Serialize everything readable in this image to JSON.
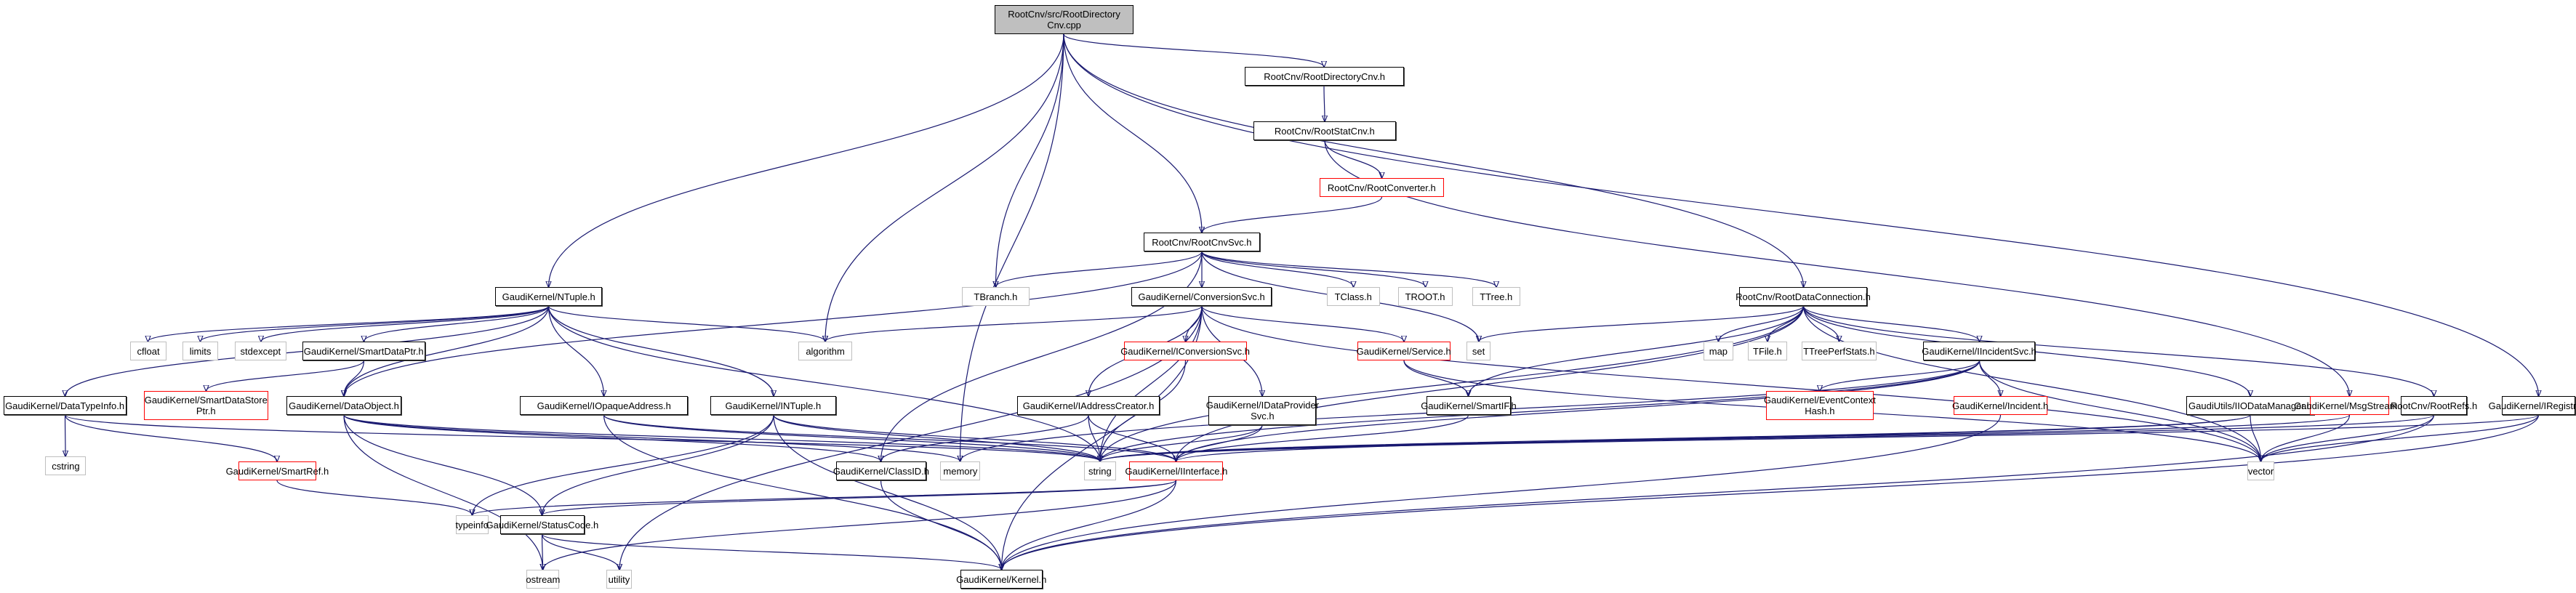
{
  "title": "RootCnv/src/RootDirectoryCnv.cpp include dependency graph",
  "colors": {
    "edge": "#191970",
    "root_fill": "#bfbfbf",
    "normal_border": "#000000",
    "red_border": "#ff0000",
    "gray_border": "#bfbfbf"
  },
  "nodes": [
    {
      "id": "root",
      "label": "RootCnv/src/RootDirectory\nCnv.cpp",
      "kind": "root"
    },
    {
      "id": "rootdircnv_h",
      "label": "RootCnv/RootDirectoryCnv.h",
      "kind": "normal"
    },
    {
      "id": "rootstatcnv_h",
      "label": "RootCnv/RootStatCnv.h",
      "kind": "normal"
    },
    {
      "id": "rootconverter_h",
      "label": "RootCnv/RootConverter.h",
      "kind": "red"
    },
    {
      "id": "rootcnvsvc_h",
      "label": "RootCnv/RootCnvSvc.h",
      "kind": "normal"
    },
    {
      "id": "tbranch_h",
      "label": "TBranch.h",
      "kind": "gray"
    },
    {
      "id": "conversionsvc_h",
      "label": "GaudiKernel/ConversionSvc.h",
      "kind": "normal"
    },
    {
      "id": "tclass_h",
      "label": "TClass.h",
      "kind": "gray"
    },
    {
      "id": "troot_h",
      "label": "TROOT.h",
      "kind": "gray"
    },
    {
      "id": "ttree_h",
      "label": "TTree.h",
      "kind": "gray"
    },
    {
      "id": "rootdataconn_h",
      "label": "RootCnv/RootDataConnection.h",
      "kind": "normal"
    },
    {
      "id": "ntuple_h",
      "label": "GaudiKernel/NTuple.h",
      "kind": "normal"
    },
    {
      "id": "cfloat",
      "label": "cfloat",
      "kind": "gray"
    },
    {
      "id": "limits",
      "label": "limits",
      "kind": "gray"
    },
    {
      "id": "stdexcept",
      "label": "stdexcept",
      "kind": "gray"
    },
    {
      "id": "smartdataptr_h",
      "label": "GaudiKernel/SmartDataPtr.h",
      "kind": "normal"
    },
    {
      "id": "algorithm",
      "label": "algorithm",
      "kind": "gray"
    },
    {
      "id": "iconversionsvc_h",
      "label": "GaudiKernel/IConversionSvc.h",
      "kind": "red"
    },
    {
      "id": "service_h",
      "label": "GaudiKernel/Service.h",
      "kind": "red"
    },
    {
      "id": "set",
      "label": "set",
      "kind": "gray"
    },
    {
      "id": "map",
      "label": "map",
      "kind": "gray"
    },
    {
      "id": "tfile_h",
      "label": "TFile.h",
      "kind": "gray"
    },
    {
      "id": "ttreeperfstats_h",
      "label": "TTreePerfStats.h",
      "kind": "gray"
    },
    {
      "id": "iincidentsvc_h",
      "label": "GaudiKernel/IIncidentSvc.h",
      "kind": "normal"
    },
    {
      "id": "datatypeinfo_h",
      "label": "GaudiKernel/DataTypeInfo.h",
      "kind": "normal"
    },
    {
      "id": "smartdatastoreptr_h",
      "label": "GaudiKernel/SmartDataStore\nPtr.h",
      "kind": "red"
    },
    {
      "id": "dataobject_h",
      "label": "GaudiKernel/DataObject.h",
      "kind": "normal"
    },
    {
      "id": "iopaqueaddress_h",
      "label": "GaudiKernel/IOpaqueAddress.h",
      "kind": "normal"
    },
    {
      "id": "intuple_h",
      "label": "GaudiKernel/INTuple.h",
      "kind": "normal"
    },
    {
      "id": "iaddresscreator_h",
      "label": "GaudiKernel/IAddressCreator.h",
      "kind": "normal"
    },
    {
      "id": "idataprovidersvc_h",
      "label": "GaudiKernel/IDataProvider\nSvc.h",
      "kind": "normal"
    },
    {
      "id": "smartif_h",
      "label": "GaudiKernel/SmartIF.h",
      "kind": "normal"
    },
    {
      "id": "eventcontexthash_h",
      "label": "GaudiKernel/EventContext\nHash.h",
      "kind": "red"
    },
    {
      "id": "incident_h",
      "label": "GaudiKernel/Incident.h",
      "kind": "red"
    },
    {
      "id": "iiodatamanager_h",
      "label": "GaudiUtils/IIODataManager.h",
      "kind": "normal"
    },
    {
      "id": "msgstream_h",
      "label": "GaudiKernel/MsgStream.h",
      "kind": "red"
    },
    {
      "id": "rootrefs_h",
      "label": "RootCnv/RootRefs.h",
      "kind": "normal"
    },
    {
      "id": "iregistry_h",
      "label": "GaudiKernel/IRegistry.h",
      "kind": "normal"
    },
    {
      "id": "cstring",
      "label": "cstring",
      "kind": "gray"
    },
    {
      "id": "smartref_h",
      "label": "GaudiKernel/SmartRef.h",
      "kind": "red"
    },
    {
      "id": "classid_h",
      "label": "GaudiKernel/ClassID.h",
      "kind": "normal"
    },
    {
      "id": "memory",
      "label": "memory",
      "kind": "gray"
    },
    {
      "id": "string",
      "label": "string",
      "kind": "gray"
    },
    {
      "id": "iinterface_h",
      "label": "GaudiKernel/IInterface.h",
      "kind": "red"
    },
    {
      "id": "vector",
      "label": "vector",
      "kind": "gray"
    },
    {
      "id": "typeinfo",
      "label": "typeinfo",
      "kind": "gray"
    },
    {
      "id": "statuscode_h",
      "label": "GaudiKernel/StatusCode.h",
      "kind": "normal"
    },
    {
      "id": "ostream",
      "label": "ostream",
      "kind": "gray"
    },
    {
      "id": "utility",
      "label": "utility",
      "kind": "gray"
    },
    {
      "id": "kernel_h",
      "label": "GaudiKernel/Kernel.h",
      "kind": "normal"
    }
  ],
  "edges": [
    [
      "root",
      "rootdircnv_h"
    ],
    [
      "root",
      "rootcnvsvc_h"
    ],
    [
      "root",
      "rootdataconn_h"
    ],
    [
      "root",
      "ntuple_h"
    ],
    [
      "root",
      "algorithm"
    ],
    [
      "root",
      "tbranch_h"
    ],
    [
      "root",
      "memory"
    ],
    [
      "root",
      "iregistry_h"
    ],
    [
      "rootdircnv_h",
      "rootstatcnv_h"
    ],
    [
      "rootstatcnv_h",
      "rootconverter_h"
    ],
    [
      "rootstatcnv_h",
      "msgstream_h"
    ],
    [
      "rootconverter_h",
      "rootcnvsvc_h"
    ],
    [
      "rootcnvsvc_h",
      "tbranch_h"
    ],
    [
      "rootcnvsvc_h",
      "conversionsvc_h"
    ],
    [
      "rootcnvsvc_h",
      "tclass_h"
    ],
    [
      "rootcnvsvc_h",
      "troot_h"
    ],
    [
      "rootcnvsvc_h",
      "ttree_h"
    ],
    [
      "rootcnvsvc_h",
      "set"
    ],
    [
      "rootcnvsvc_h",
      "dataobject_h"
    ],
    [
      "rootcnvsvc_h",
      "classid_h"
    ],
    [
      "conversionsvc_h",
      "algorithm"
    ],
    [
      "conversionsvc_h",
      "iconversionsvc_h"
    ],
    [
      "conversionsvc_h",
      "service_h"
    ],
    [
      "conversionsvc_h",
      "iaddresscreator_h"
    ],
    [
      "conversionsvc_h",
      "idataprovidersvc_h"
    ],
    [
      "conversionsvc_h",
      "string"
    ],
    [
      "conversionsvc_h",
      "vector"
    ],
    [
      "conversionsvc_h",
      "utility"
    ],
    [
      "conversionsvc_h",
      "kernel_h"
    ],
    [
      "rootdataconn_h",
      "set"
    ],
    [
      "rootdataconn_h",
      "map"
    ],
    [
      "rootdataconn_h",
      "tfile_h"
    ],
    [
      "rootdataconn_h",
      "ttreeperfstats_h"
    ],
    [
      "rootdataconn_h",
      "iincidentsvc_h"
    ],
    [
      "rootdataconn_h",
      "smartif_h"
    ],
    [
      "rootdataconn_h",
      "iiodatamanager_h"
    ],
    [
      "rootdataconn_h",
      "rootrefs_h"
    ],
    [
      "rootdataconn_h",
      "string"
    ],
    [
      "rootdataconn_h",
      "vector"
    ],
    [
      "rootdataconn_h",
      "iinterface_h"
    ],
    [
      "ntuple_h",
      "cfloat"
    ],
    [
      "ntuple_h",
      "limits"
    ],
    [
      "ntuple_h",
      "stdexcept"
    ],
    [
      "ntuple_h",
      "smartdataptr_h"
    ],
    [
      "ntuple_h",
      "algorithm"
    ],
    [
      "ntuple_h",
      "datatypeinfo_h"
    ],
    [
      "ntuple_h",
      "dataobject_h"
    ],
    [
      "ntuple_h",
      "iopaqueaddress_h"
    ],
    [
      "ntuple_h",
      "intuple_h"
    ],
    [
      "ntuple_h",
      "string"
    ],
    [
      "smartdataptr_h",
      "smartdatastoreptr_h"
    ],
    [
      "smartdataptr_h",
      "dataobject_h"
    ],
    [
      "datatypeinfo_h",
      "cstring"
    ],
    [
      "datatypeinfo_h",
      "smartref_h"
    ],
    [
      "datatypeinfo_h",
      "string"
    ],
    [
      "smartref_h",
      "typeinfo"
    ],
    [
      "dataobject_h",
      "classid_h"
    ],
    [
      "dataobject_h",
      "statuscode_h"
    ],
    [
      "dataobject_h",
      "string"
    ],
    [
      "dataobject_h",
      "ostream"
    ],
    [
      "dataobject_h",
      "memory"
    ],
    [
      "iopaqueaddress_h",
      "string"
    ],
    [
      "iopaqueaddress_h",
      "kernel_h"
    ],
    [
      "iopaqueaddress_h",
      "iinterface_h"
    ],
    [
      "intuple_h",
      "typeinfo"
    ],
    [
      "intuple_h",
      "statuscode_h"
    ],
    [
      "intuple_h",
      "kernel_h"
    ],
    [
      "intuple_h",
      "iinterface_h"
    ],
    [
      "intuple_h",
      "string"
    ],
    [
      "iaddresscreator_h",
      "classid_h"
    ],
    [
      "iaddresscreator_h",
      "string"
    ],
    [
      "iaddresscreator_h",
      "iinterface_h"
    ],
    [
      "iconversionsvc_h",
      "string"
    ],
    [
      "idataprovidersvc_h",
      "string"
    ],
    [
      "idataprovidersvc_h",
      "iinterface_h"
    ],
    [
      "service_h",
      "smartif_h"
    ],
    [
      "service_h",
      "vector"
    ],
    [
      "smartif_h",
      "iinterface_h"
    ],
    [
      "iincidentsvc_h",
      "eventcontexthash_h"
    ],
    [
      "iincidentsvc_h",
      "incident_h"
    ],
    [
      "iincidentsvc_h",
      "string"
    ],
    [
      "iincidentsvc_h",
      "vector"
    ],
    [
      "iincidentsvc_h",
      "iinterface_h"
    ],
    [
      "iincidentsvc_h",
      "memory"
    ],
    [
      "incident_h",
      "kernel_h"
    ],
    [
      "iiodatamanager_h",
      "vector"
    ],
    [
      "iiodatamanager_h",
      "string"
    ],
    [
      "iiodatamanager_h",
      "iinterface_h"
    ],
    [
      "msgstream_h",
      "vector"
    ],
    [
      "msgstream_h",
      "string"
    ],
    [
      "rootrefs_h",
      "vector"
    ],
    [
      "rootrefs_h",
      "string"
    ],
    [
      "rootrefs_h",
      "kernel_h"
    ],
    [
      "iregistry_h",
      "vector"
    ],
    [
      "iregistry_h",
      "kernel_h"
    ],
    [
      "iregistry_h",
      "string"
    ],
    [
      "classid_h",
      "kernel_h"
    ],
    [
      "iinterface_h",
      "statuscode_h"
    ],
    [
      "iinterface_h",
      "kernel_h"
    ],
    [
      "iinterface_h",
      "ostream"
    ],
    [
      "iinterface_h",
      "typeinfo"
    ],
    [
      "statuscode_h",
      "ostream"
    ],
    [
      "statuscode_h",
      "utility"
    ],
    [
      "statuscode_h",
      "kernel_h"
    ]
  ]
}
